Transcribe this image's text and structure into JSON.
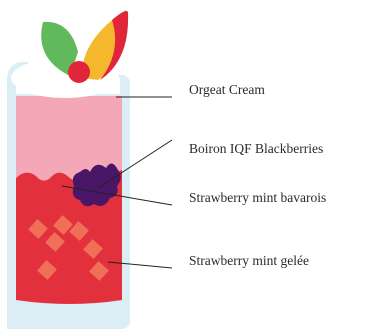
{
  "labels": [
    {
      "text": "Orgeat Cream"
    },
    {
      "text": "Boiron IQF Blackberries"
    },
    {
      "text": "Strawberry mint bavarois"
    },
    {
      "text": "Strawberry mint gelée"
    }
  ],
  "colors": {
    "glass": "#dbeef6",
    "cream": "#ffffff",
    "bavarois": "#f4a7b6",
    "gelee": "#e2313d",
    "gelee_cubes": "#ef6f57",
    "blackberry": "#4a1666",
    "mint": "#62b95c",
    "strawberry": "#e0263b",
    "strawberry_yellow": "#f5b82d",
    "leader_line": "#222222"
  }
}
